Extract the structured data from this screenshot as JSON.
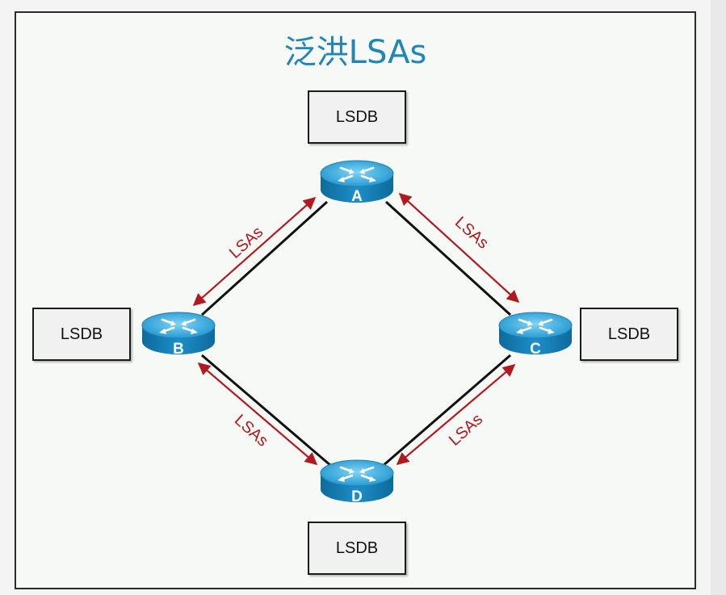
{
  "title": "泛洪LSAs",
  "lsdb_label": "LSDB",
  "routers": [
    {
      "id": "A",
      "label": "A"
    },
    {
      "id": "B",
      "label": "B"
    },
    {
      "id": "C",
      "label": "C"
    },
    {
      "id": "D",
      "label": "D"
    }
  ],
  "links": [
    {
      "from": "A",
      "to": "B",
      "label": "LSAs"
    },
    {
      "from": "A",
      "to": "C",
      "label": "LSAs"
    },
    {
      "from": "B",
      "to": "D",
      "label": "LSAs"
    },
    {
      "from": "C",
      "to": "D",
      "label": "LSAs"
    }
  ],
  "colors": {
    "title": "#1f86b5",
    "arrow": "#b2191e",
    "link": "#111111",
    "router": "#1e8fc4"
  },
  "icons": {
    "router": "router-icon"
  }
}
